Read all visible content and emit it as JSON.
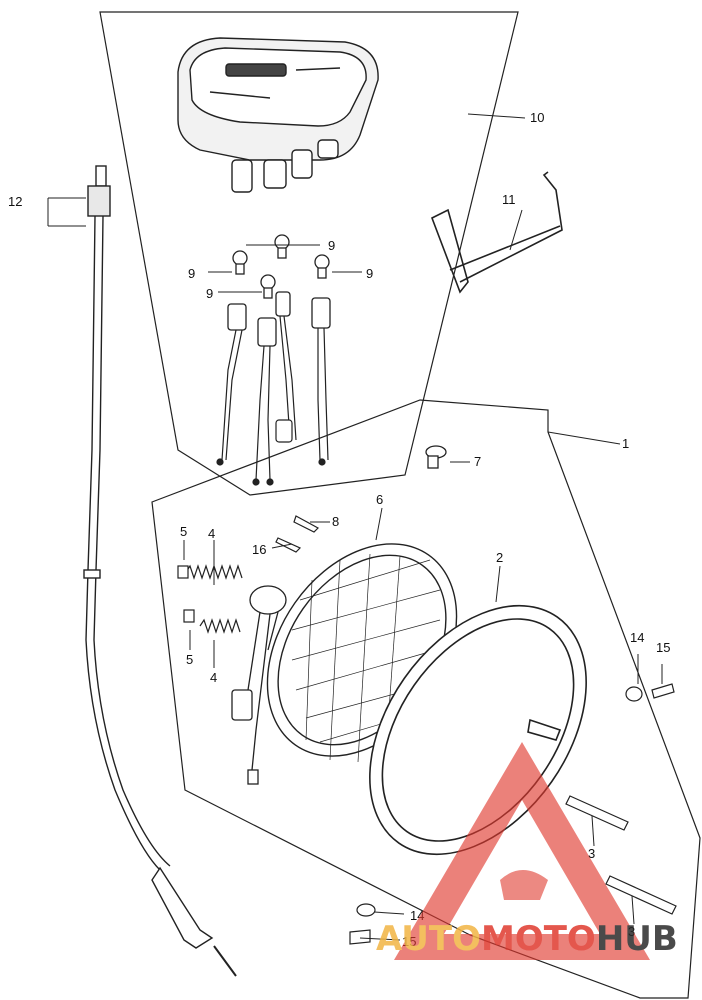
{
  "callouts": {
    "c1": "1",
    "c2": "2",
    "c3a": "3",
    "c3b": "3",
    "c4a": "4",
    "c4b": "4",
    "c5a": "5",
    "c5b": "5",
    "c6": "6",
    "c7": "7",
    "c8": "8",
    "c9a": "9",
    "c9b": "9",
    "c9c": "9",
    "c9d": "9",
    "c10": "10",
    "c11": "11",
    "c12": "12",
    "c14a": "14",
    "c14b": "14",
    "c15a": "15",
    "c15b": "15",
    "c16": "16"
  },
  "watermark": {
    "part1": "AUTO",
    "part2": "MOTO",
    "part3": "HUB",
    "colors": {
      "accent": "#e03a2f",
      "gold": "#f2b544",
      "dark": "#2b2b2b"
    }
  }
}
